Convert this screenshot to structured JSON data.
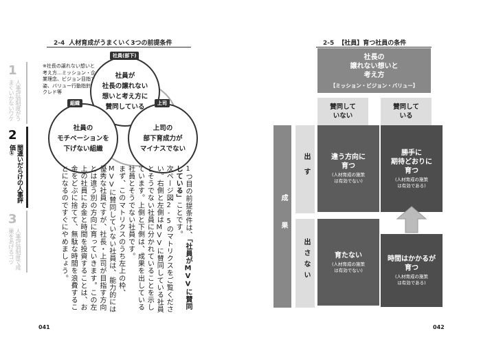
{
  "tabs": [
    {
      "num": "1",
      "title": "人事評価制度がうまくいかないワケ",
      "active": false
    },
    {
      "num": "2",
      "title": "間違いだらけの人事評価①",
      "active": true
    },
    {
      "num": "3",
      "title": "人事評価制度で成果をあげるコツ",
      "active": false
    }
  ],
  "left": {
    "heading": {
      "section": "2-4",
      "title": "人材育成がうまくいく3つの前提条件"
    },
    "note": "※社長の譲れない想いと考え方…ミッション・企業理念、ビジョン目指す姿、バリュー行動指針・クレド等",
    "circles": [
      {
        "tag": "社員(部下)",
        "text": "社員が\n社長の譲れない\n想いと考え方に\n賛同している"
      },
      {
        "tag": "組織",
        "text": "社員の\nモチベーションを\n下げない組織"
      },
      {
        "tag": "上司",
        "text": "上司の\n部下育成力が\nマイナスでない"
      }
    ],
    "body": [
      "1つ目の前提条件は、「社員がMVVに賛同している」ことです。",
      "次ページ図2-5のマトリクスをご覧ください。右側と左側はMVVに賛同している社員とそうでない社員に分かれていることを示しています。上側と下側は、成果を出している社員とそうでない社員です。",
      "まず、このマトリクスのうち左上の枠、MVVに賛同していない社員は、能力的には優秀な社員ですが、社長・上司が目指す方向とは違う別の方向に育っていきます。この左上の社員にお金と時間を投資することは、お金をどぶに捨てて、無駄な時間を浪費することになるのですぐにやめましょう。"
    ],
    "body_emphasis": "「社員がMVVに賛同している」",
    "page": "041"
  },
  "right": {
    "heading": {
      "section": "2-5",
      "title": "【社員】育つ社員の条件"
    },
    "top_header": {
      "title": "社長の\n譲れない想いと\n考え方",
      "subtitle": "【ミッション・ビジョン・バリュー】"
    },
    "col_headers": [
      "賛同して\nいない",
      "賛同して\nいる"
    ],
    "side_label": "成果",
    "row_headers": [
      "出す",
      "出さない"
    ],
    "cells": [
      {
        "title": "違う方向に\n育つ",
        "sub": "(人材育成の施策\nは有効でない)"
      },
      {
        "title": "勝手に\n期待どおりに\n育つ",
        "sub": "(人材育成の施策\nは有効である)"
      },
      {
        "title": "育たない",
        "sub": "(人材育成の施策\nは有効でない)"
      },
      {
        "title": "時間はかかるが\n育つ",
        "sub": "(人材育成の施策\nは有効である)"
      }
    ],
    "page": "042"
  }
}
